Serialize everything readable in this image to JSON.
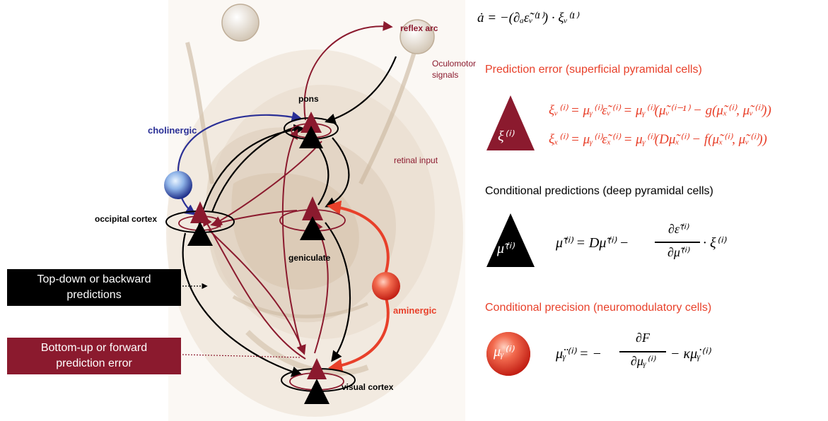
{
  "colors": {
    "prediction_error": "#8b1a2e",
    "prediction": "#000000",
    "cholinergic": "#2a2f96",
    "aminergic": "#e8402a",
    "equation_red": "#e8402a",
    "brain_bg": "#efe6da"
  },
  "diagram_labels": {
    "reflex_arc": "reflex arc",
    "oculomotor": "Oculomotor\nsignals",
    "pons": "pons",
    "cholinergic": "cholinergic",
    "occipital_cortex": "occipital cortex",
    "retinal_input": "retinal input",
    "geniculate": "geniculate",
    "aminergic": "aminergic",
    "visual_cortex": "visual cortex"
  },
  "legend": {
    "top_down": "Top-down or backward\npredictions",
    "bottom_up": "Bottom-up or forward\nprediction error"
  },
  "equations": {
    "action": "ȧ = −(∂ₐε̃ᵥ⁽¹⁾) · ξᵥ⁽¹⁾",
    "prediction_error_heading": "Prediction error (superficial pyramidal cells)",
    "xi_symbol": "ξ⁽ⁱ⁾",
    "xi_v": "ξᵥ⁽ⁱ⁾ = μᵧ⁽ⁱ⁾ε̃ᵥ⁽ⁱ⁾ = μᵧ⁽ⁱ⁾(μ̃ᵥ⁽ⁱ⁻¹⁾ − g(μ̃ₓ⁽ⁱ⁾, μ̃ᵥ⁽ⁱ⁾))",
    "xi_x": "ξₓ⁽ⁱ⁾ = μᵧ⁽ⁱ⁾ε̃ₓ⁽ⁱ⁾ = μᵧ⁽ⁱ⁾(Dμ̃ₓ⁽ⁱ⁾ − f(μ̃ₓ⁽ⁱ⁾, μ̃ᵥ⁽ⁱ⁾))",
    "conditional_predictions_heading": "Conditional predictions (deep pyramidal cells)",
    "mu_symbol": "μ̃⁽ⁱ⁾",
    "mu_dot_lhs": "μ̃̇⁽ⁱ⁾ = Dμ̃⁽ⁱ⁾ −",
    "mu_dot_num": "∂ε̃⁽ⁱ⁾",
    "mu_dot_den": "∂μ̃⁽ⁱ⁾",
    "mu_dot_rhs": "· ξ⁽ⁱ⁾",
    "conditional_precision_heading": "Conditional precision (neuromodulatory cells)",
    "gamma_symbol": "μᵧ⁽ⁱ⁾",
    "gamma_lhs": "μ̈ᵧ⁽ⁱ⁾ = −",
    "gamma_num": "∂F",
    "gamma_den": "∂μᵧ⁽ⁱ⁾",
    "gamma_rhs": "− κμ̇ᵧ⁽ⁱ⁾"
  }
}
